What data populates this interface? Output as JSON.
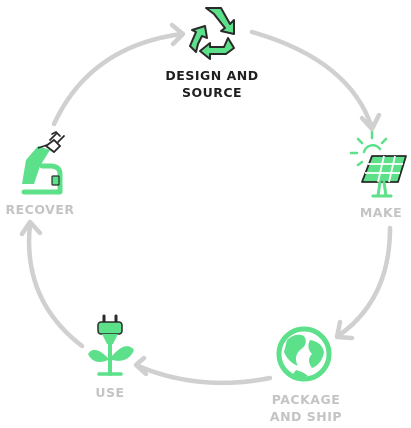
{
  "diagram": {
    "stages": [
      {
        "id": "design",
        "lines": [
          "DESIGN AND",
          "SOURCE"
        ],
        "icon": "recycle-icon",
        "highlighted": true
      },
      {
        "id": "make",
        "lines": [
          "MAKE"
        ],
        "icon": "solar-panel-icon",
        "highlighted": false
      },
      {
        "id": "package",
        "lines": [
          "PACKAGE",
          "AND SHIP"
        ],
        "icon": "globe-icon",
        "highlighted": false
      },
      {
        "id": "use",
        "lines": [
          "USE"
        ],
        "icon": "plug-plant-icon",
        "highlighted": false
      },
      {
        "id": "recover",
        "lines": [
          "RECOVER"
        ],
        "icon": "recovery-machine-icon",
        "highlighted": false
      }
    ]
  },
  "colors": {
    "icon_green": "#5ce08a",
    "icon_dark": "#2a2a2a",
    "arrow_gray": "#d0d0d0",
    "label_gray": "#c4c4c4",
    "label_active": "#1f1f1f"
  }
}
